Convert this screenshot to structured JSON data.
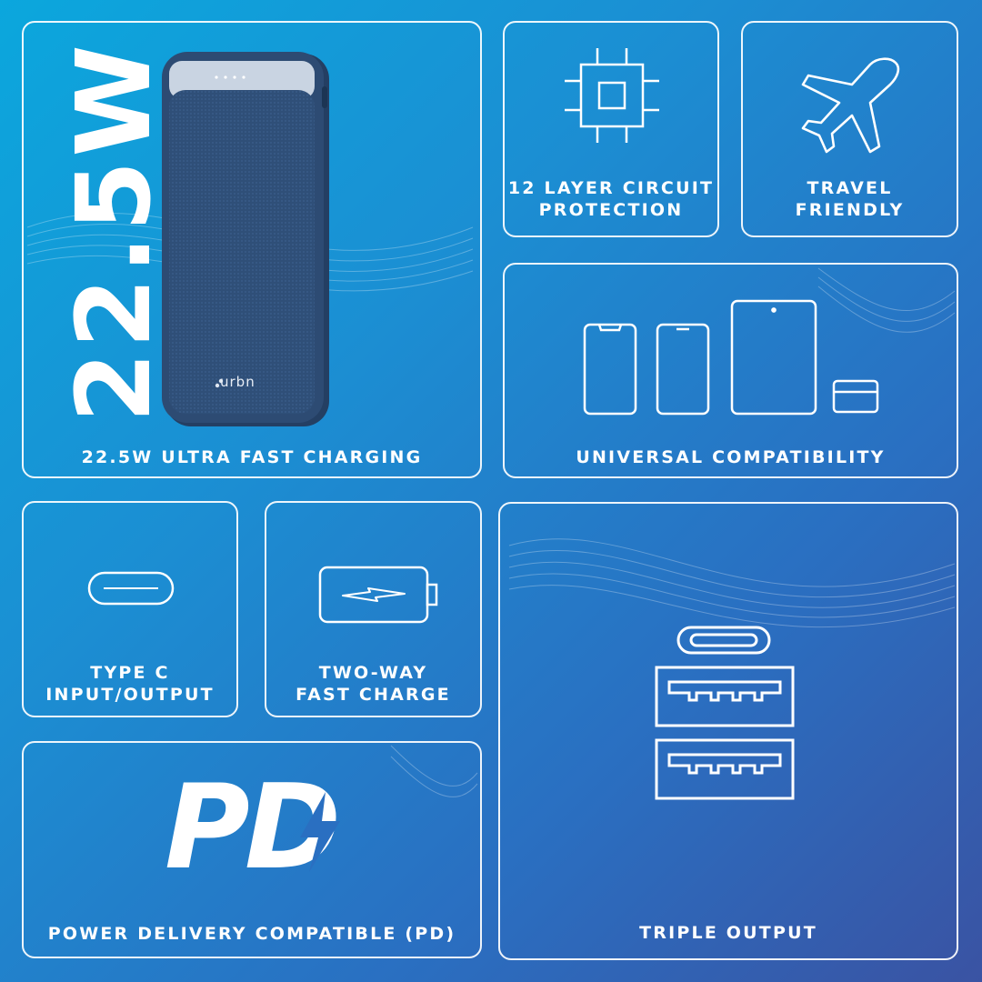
{
  "watt_text": "22.5W",
  "brand": "urbn",
  "features": {
    "fast_charging": "22.5W ULTRA FAST CHARGING",
    "circuit_protection": [
      "12 LAYER CIRCUIT",
      "PROTECTION"
    ],
    "travel": [
      "TRAVEL",
      "FRIENDLY"
    ],
    "compatibility": "UNIVERSAL COMPATIBILITY",
    "type_c": [
      "TYPE C",
      "INPUT/OUTPUT"
    ],
    "two_way": [
      "TWO-WAY",
      "FAST CHARGE"
    ],
    "pd_logo": "PD",
    "pd": "POWER DELIVERY COMPATIBLE (PD)",
    "triple_output": "TRIPLE OUTPUT"
  },
  "colors": {
    "bg_start": "#0ba7dd",
    "bg_end": "#3a53a3",
    "line": "#ffffff",
    "powerbank": "#2f4f78"
  },
  "icons": [
    "chip-icon",
    "airplane-icon",
    "phone-icon",
    "tablet-icon",
    "card-icon",
    "usb-c-port-icon",
    "battery-bolt-icon",
    "pd-logo",
    "usb-a-port-icon"
  ]
}
